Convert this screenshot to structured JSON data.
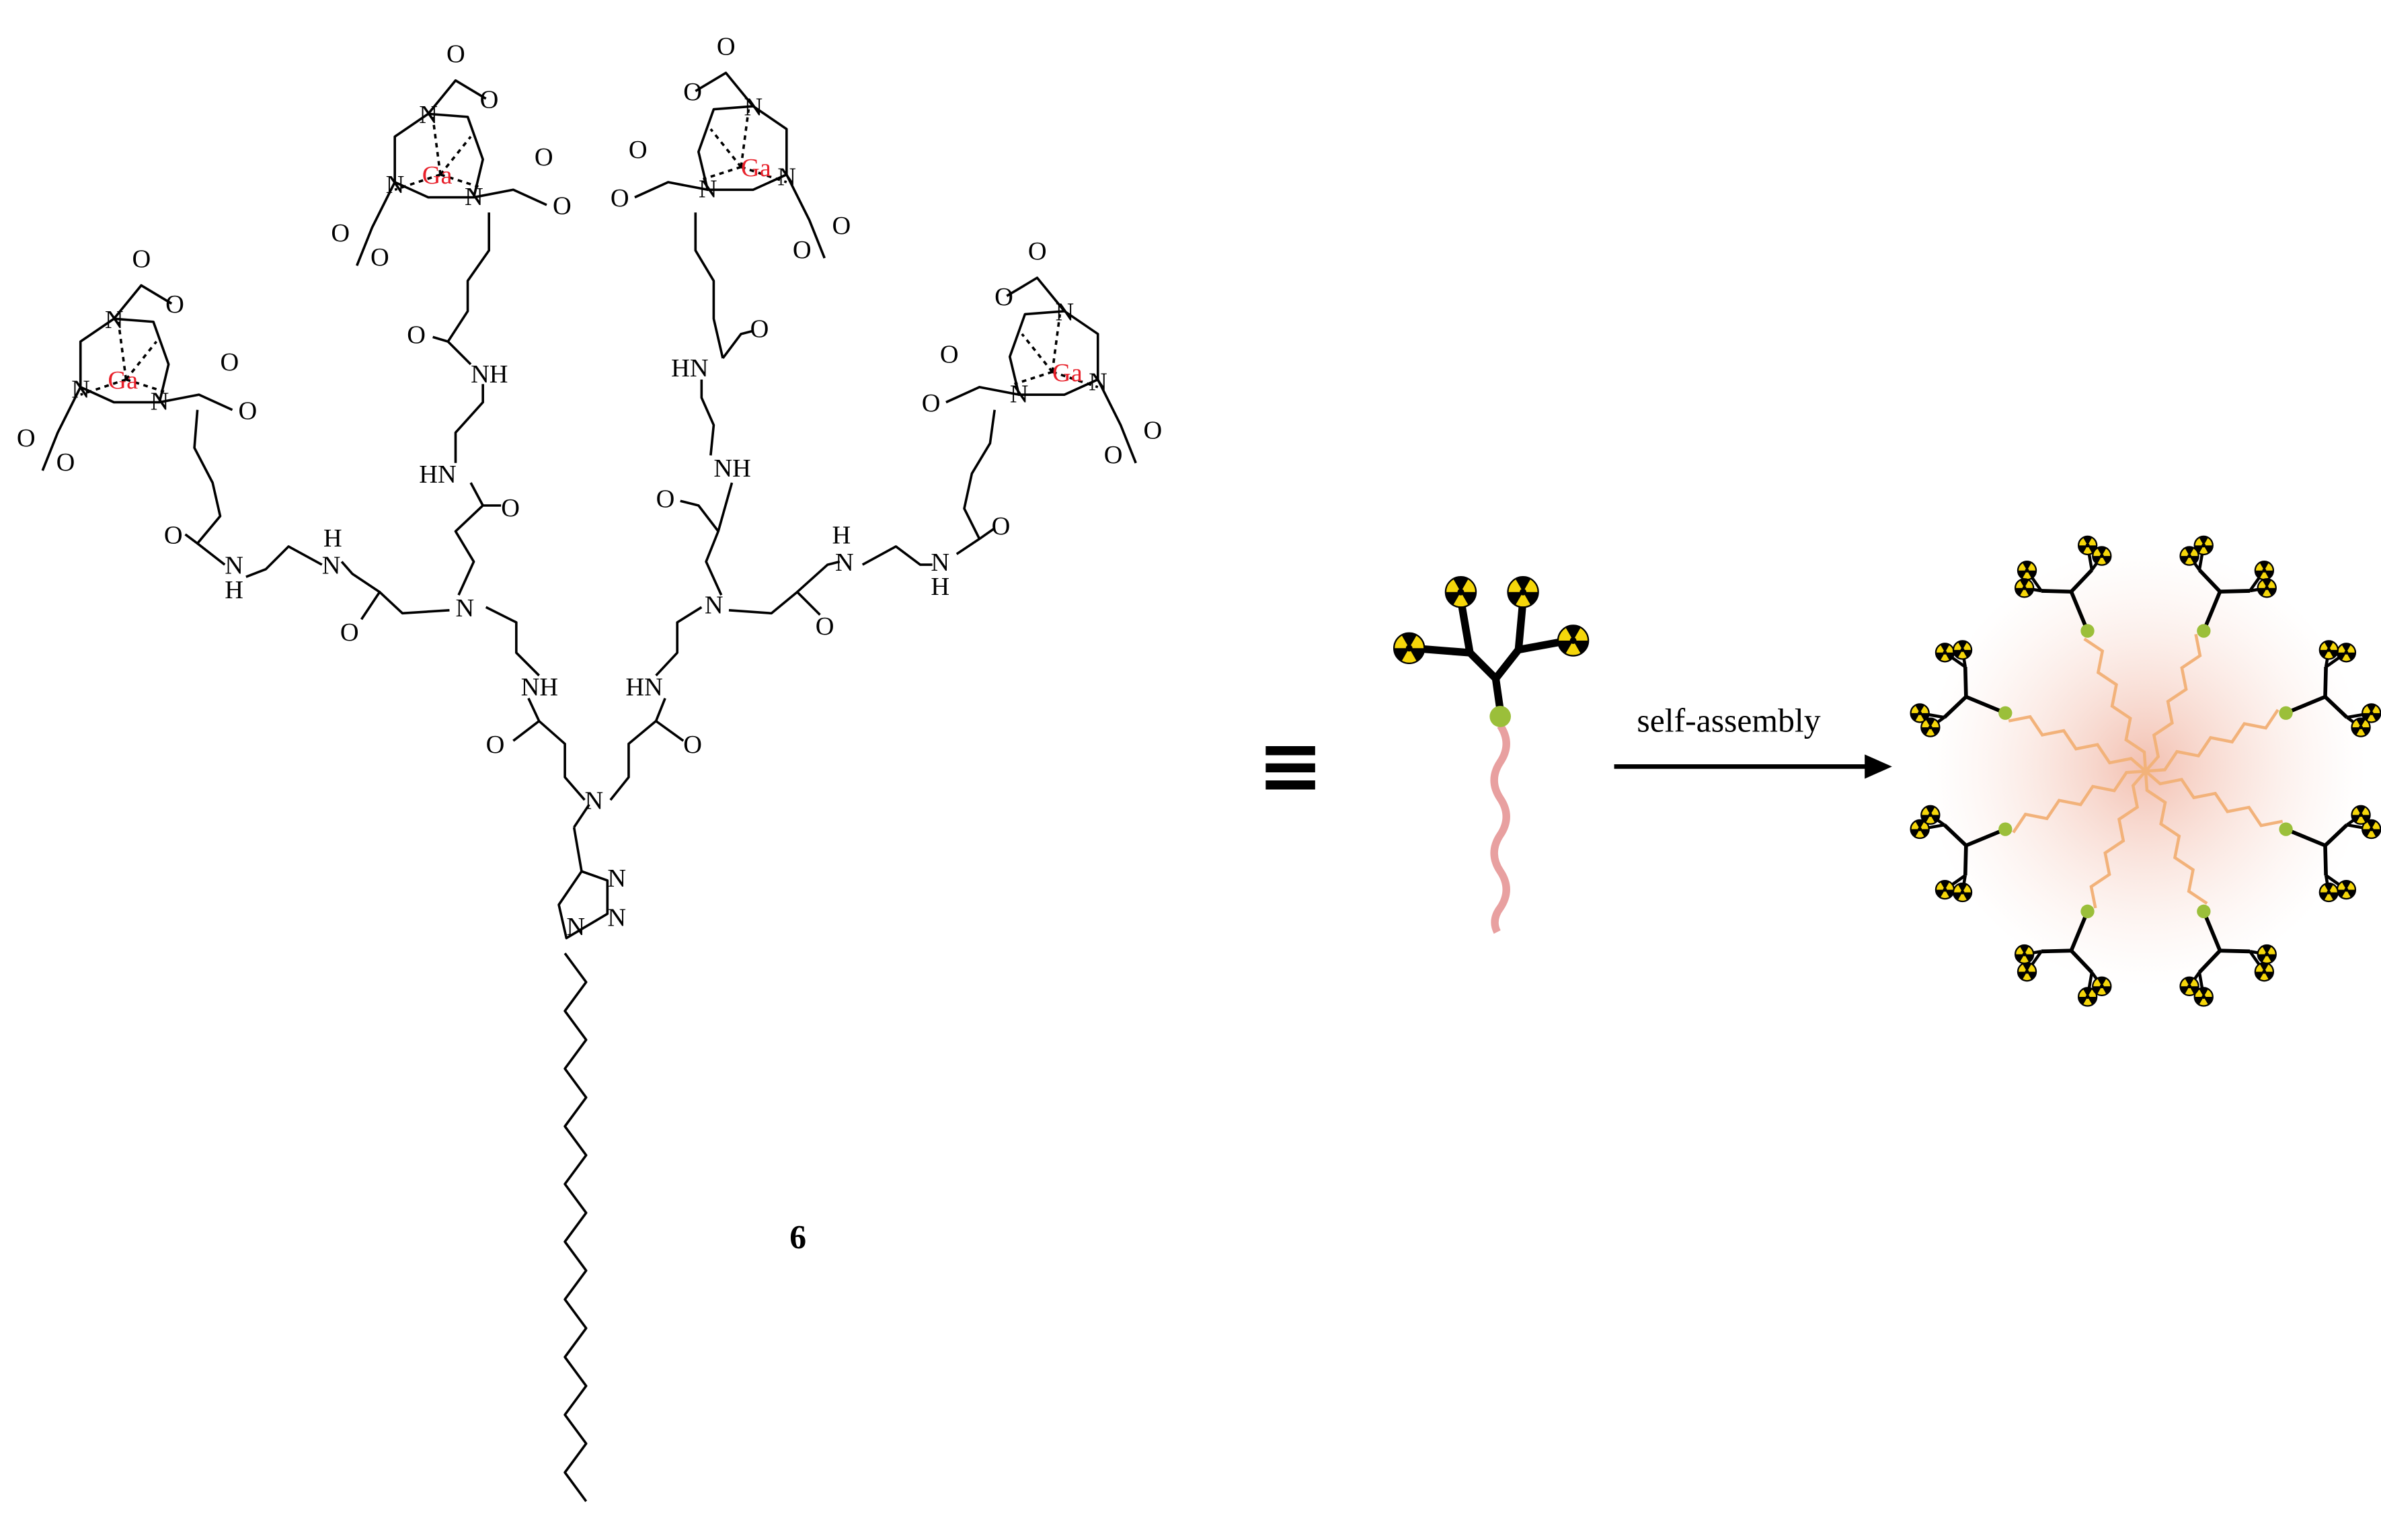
{
  "compound_number": "6",
  "equivalence_symbol": "≡",
  "arrow_label": "self-assembly",
  "atoms": {
    "ga": "Ga",
    "n": "N",
    "o": "O",
    "nh": "NH",
    "hn": "HN",
    "h": "H"
  },
  "colors": {
    "gallium": "#e8202a",
    "tail": "#e8a0a0",
    "micelle_tail": "#f2b27a",
    "linker_ball": "#9bbf3a",
    "radiation": "#f5d60a",
    "glow": "#f6c8b8"
  },
  "micelle_units": 8
}
